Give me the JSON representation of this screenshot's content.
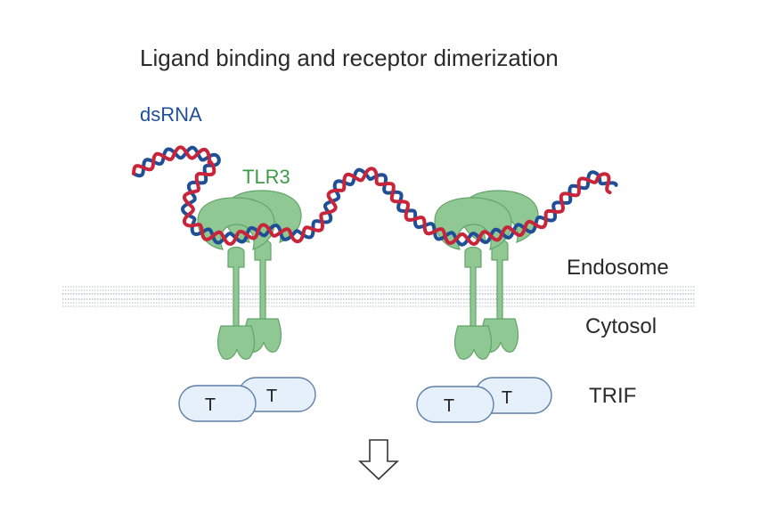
{
  "title": "Ligand binding and receptor dimerization",
  "labels": {
    "dsrna": "dsRNA",
    "tlr3": "TLR3",
    "endosome": "Endosome",
    "cytosol": "Cytosol",
    "trif": "TRIF"
  },
  "trif_domain_letter": "T",
  "colors": {
    "strand_red": "#c8243a",
    "strand_blue": "#1f4f96",
    "tlr3_fill": "#8fc893",
    "tlr3_stroke": "#63a46a",
    "trif_fill": "#e6f0fb",
    "trif_stroke": "#5f7fa8",
    "membrane": "#b5bfc9",
    "label_blue": "#1f4f96",
    "label_green": "#3f9a48"
  }
}
